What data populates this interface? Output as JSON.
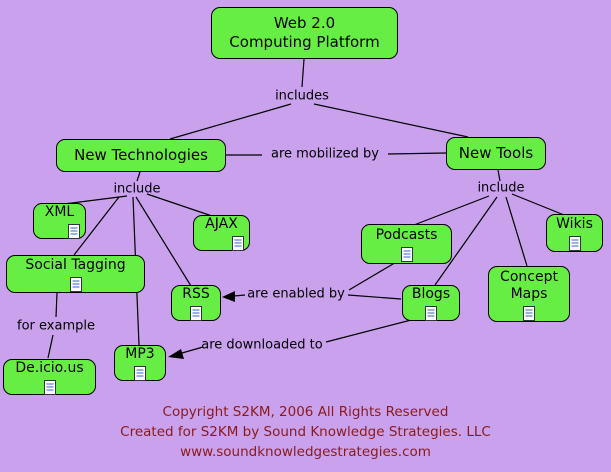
{
  "map": {
    "nodes": {
      "web20": "Web 2.0\nComputing Platform",
      "new_technologies": "New Technologies",
      "new_tools": "New Tools",
      "xml": "XML",
      "ajax": "AJAX",
      "social_tagging": "Social Tagging",
      "rss": "RSS",
      "mp3": "MP3",
      "delicious": "De.icio.us",
      "podcasts": "Podcasts",
      "blogs": "Blogs",
      "concept_maps": "Concept\nMaps",
      "wikis": "Wikis"
    },
    "link_labels": {
      "includes": "includes",
      "are_mobilized_by": "are mobilized by",
      "include_left": "include",
      "include_right": "include",
      "are_enabled_by": "are enabled by",
      "for_example": "for example",
      "are_downloaded_to": "are downloaded to"
    }
  },
  "footer": {
    "line1": "Copyright S2KM, 2006 All Rights Reserved",
    "line2": "Created for S2KM by Sound Knowledge Strategies. LLC",
    "line3": "www.soundknowledgestrategies.com"
  },
  "colors": {
    "background": "#c9a1ed",
    "node_fill": "#66ee44",
    "node_border": "#000000",
    "text": "#000000",
    "footer_text": "#8b1a1a"
  }
}
